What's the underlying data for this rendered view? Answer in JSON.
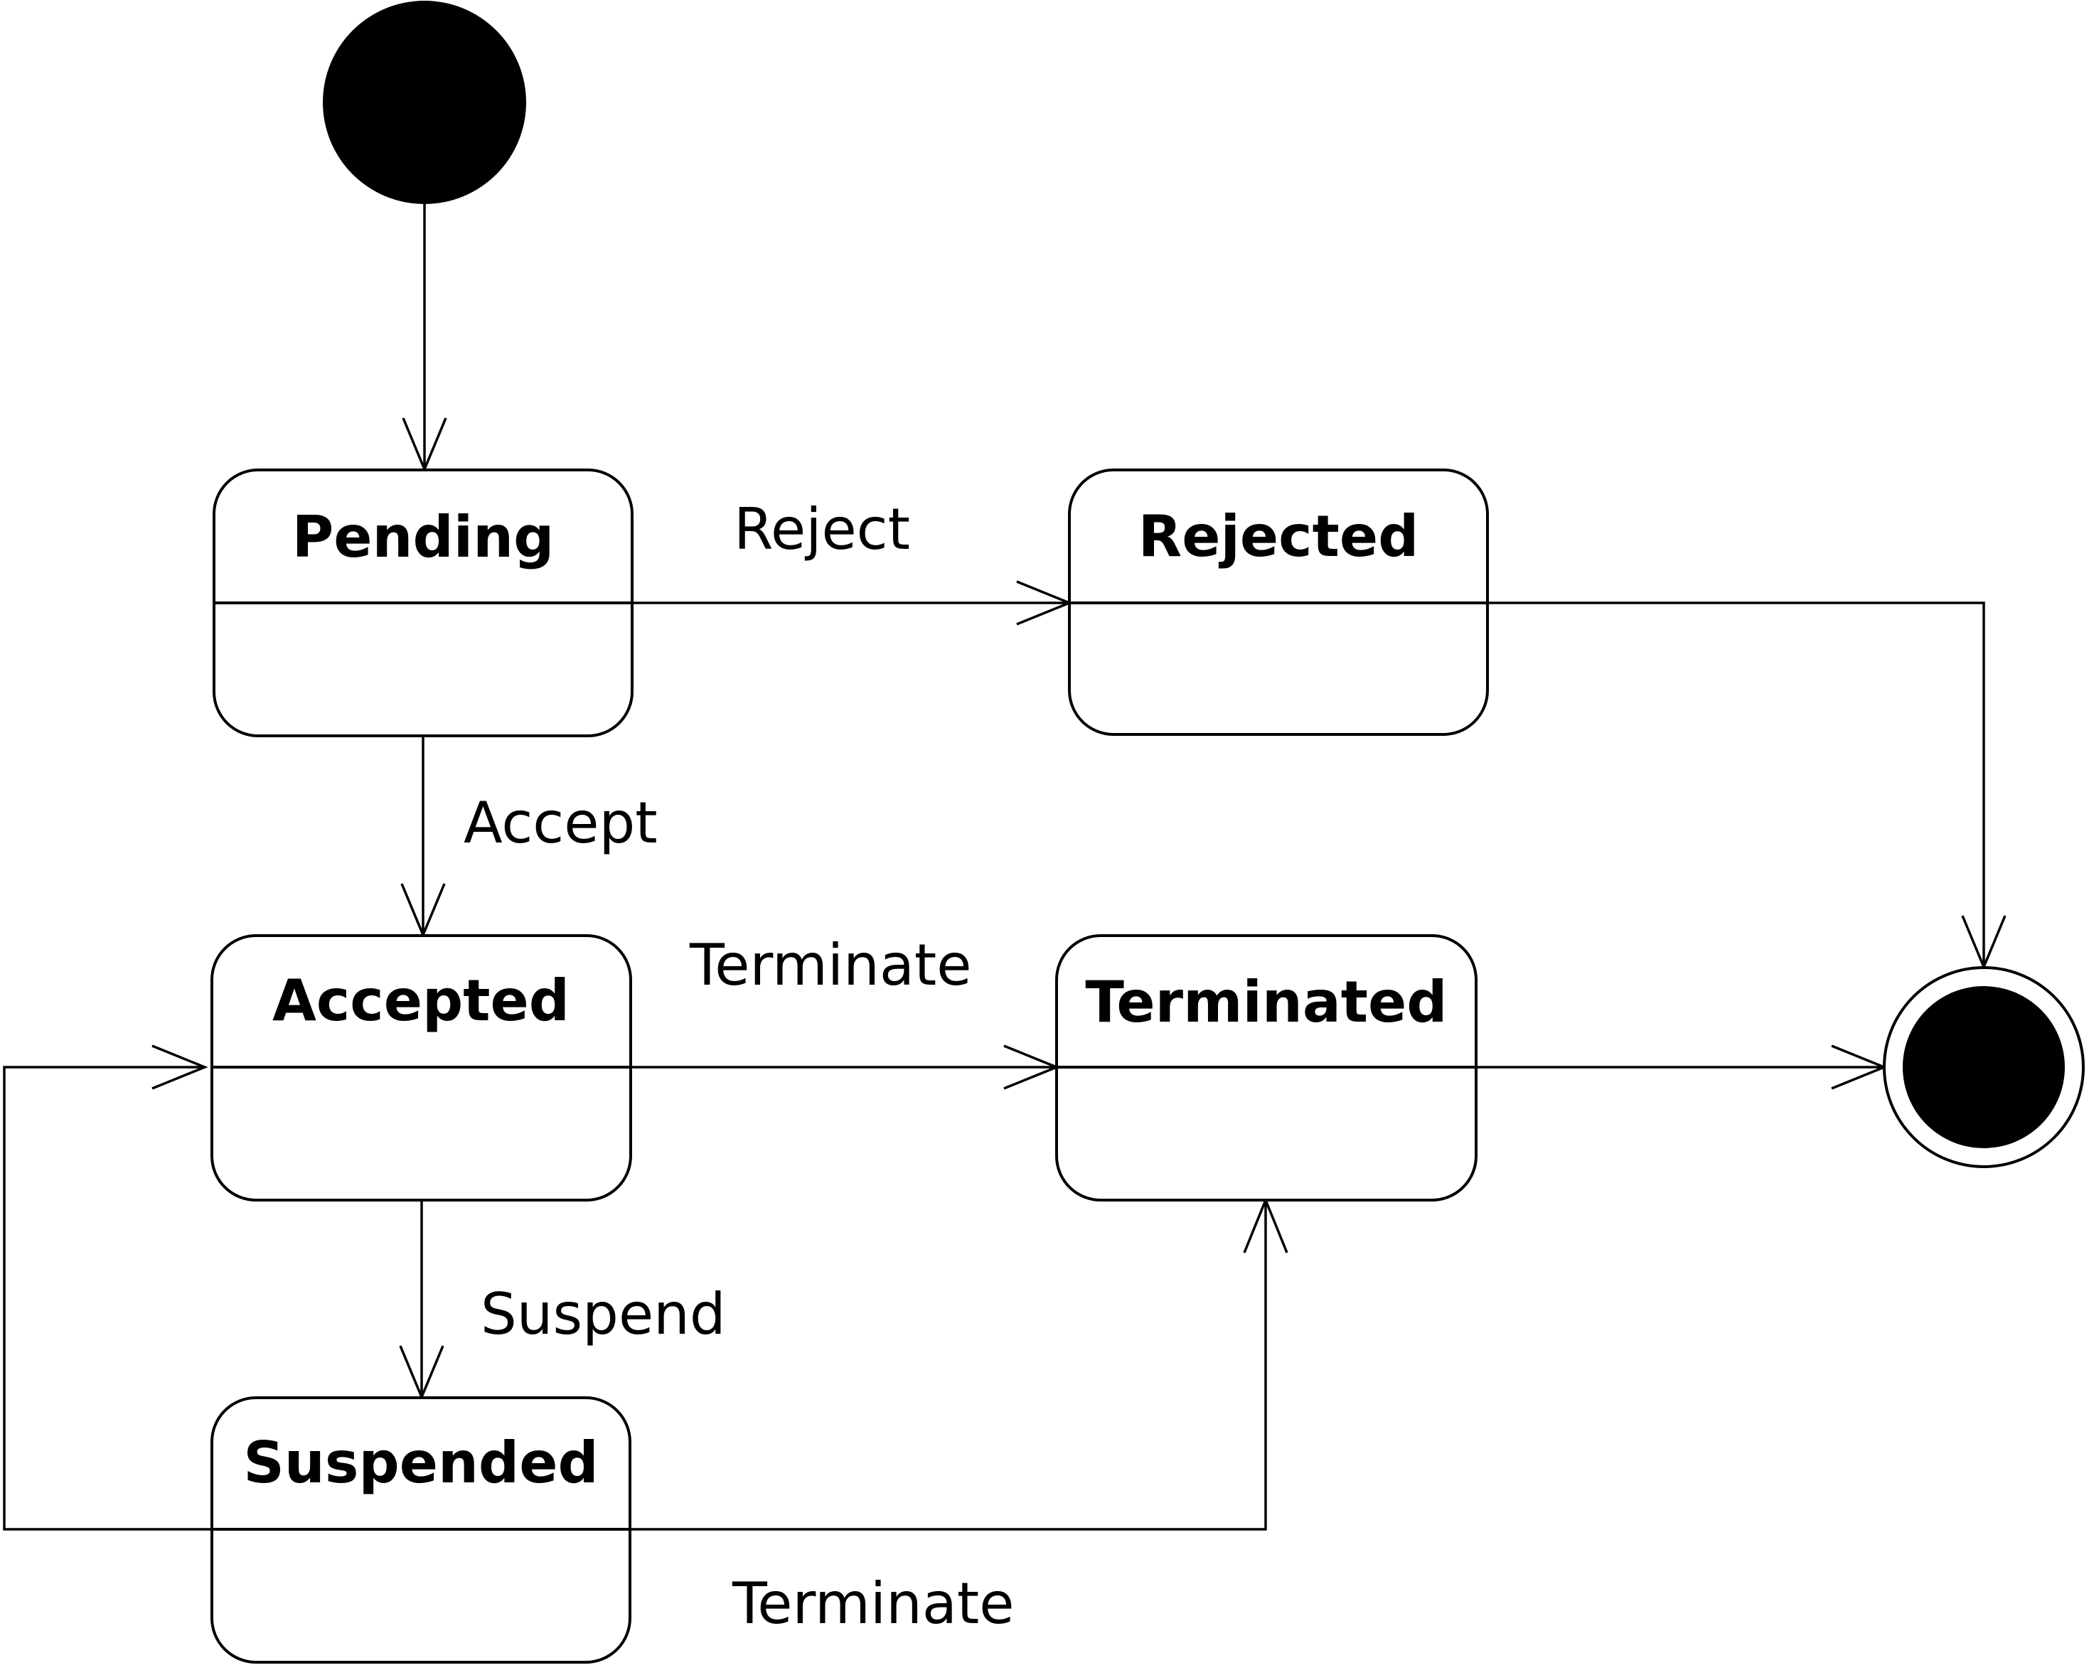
{
  "diagram": {
    "type": "uml-state-machine",
    "states": {
      "pending": "Pending",
      "rejected": "Rejected",
      "accepted": "Accepted",
      "terminated": "Terminated",
      "suspended": "Suspended"
    },
    "transitions": {
      "reject": "Reject",
      "accept": "Accept",
      "terminate_from_accepted": "Terminate",
      "suspend": "Suspend",
      "terminate_from_suspended": "Terminate"
    },
    "edges": [
      {
        "from": "initial",
        "to": "Pending",
        "label": ""
      },
      {
        "from": "Pending",
        "to": "Rejected",
        "label": "Reject"
      },
      {
        "from": "Pending",
        "to": "Accepted",
        "label": "Accept"
      },
      {
        "from": "Accepted",
        "to": "Terminated",
        "label": "Terminate"
      },
      {
        "from": "Accepted",
        "to": "Suspended",
        "label": "Suspend"
      },
      {
        "from": "Suspended",
        "to": "Accepted",
        "label": ""
      },
      {
        "from": "Suspended",
        "to": "Terminated",
        "label": "Terminate"
      },
      {
        "from": "Rejected",
        "to": "final",
        "label": ""
      },
      {
        "from": "Terminated",
        "to": "final",
        "label": ""
      }
    ],
    "colors": {
      "stroke": "#000000",
      "fill": "#ffffff",
      "node": "#000000"
    }
  }
}
